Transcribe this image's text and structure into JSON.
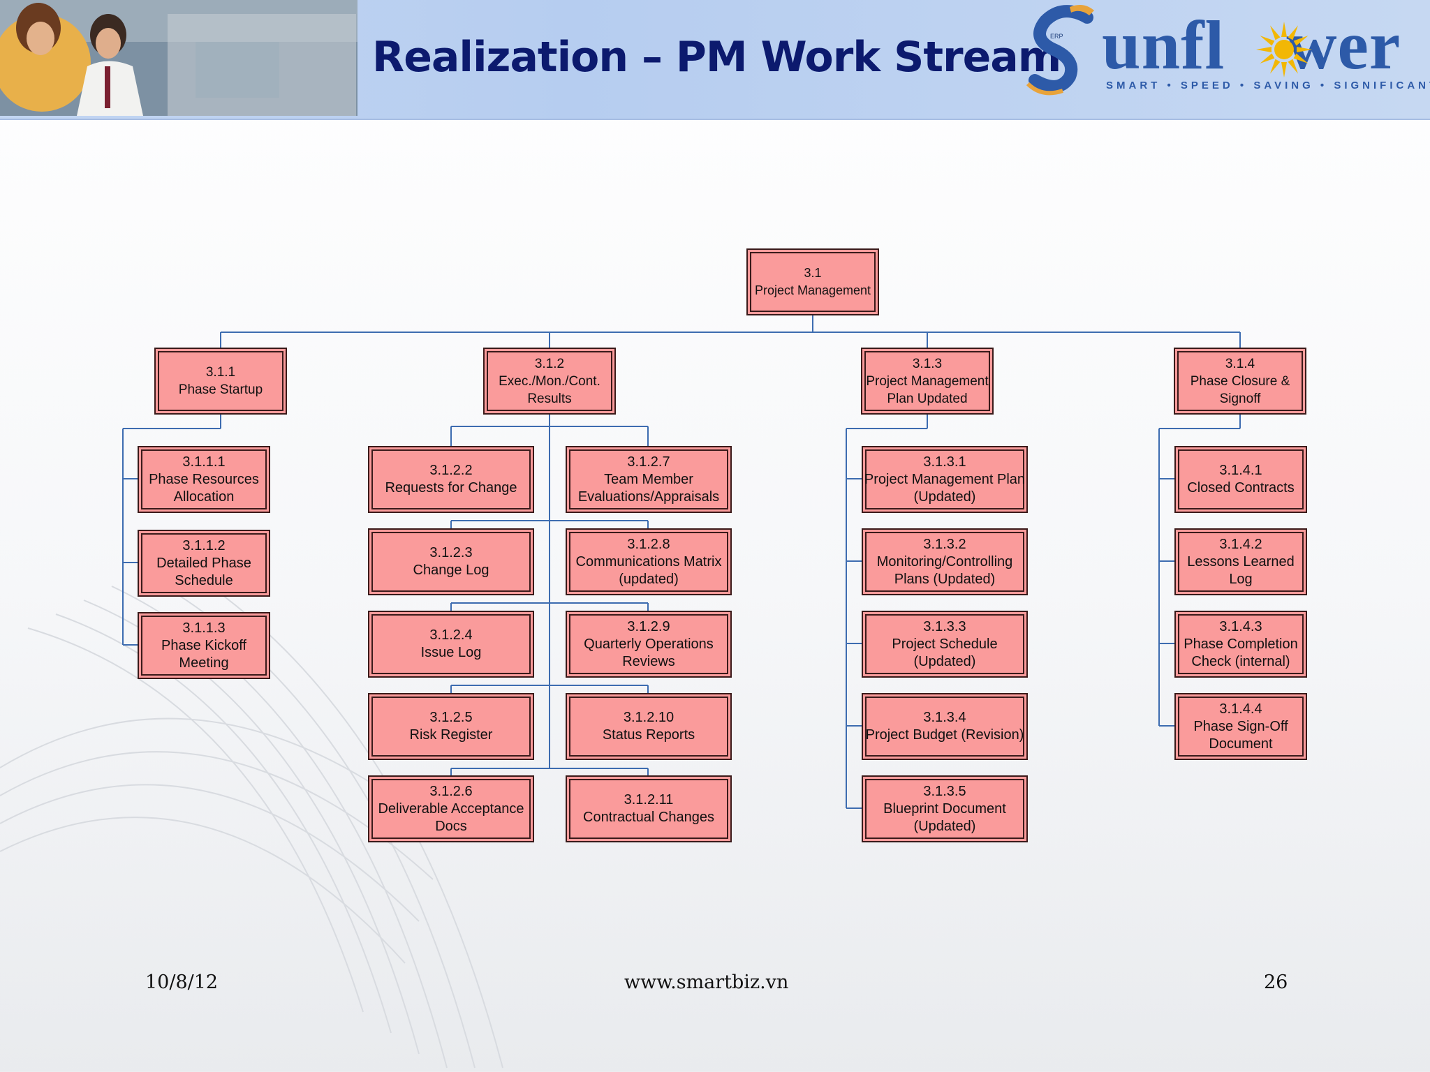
{
  "header": {
    "title": "Realization – PM Work Stream",
    "logo": {
      "word_prefix": "unfl",
      "word_suffix": "wer",
      "tagline": "SMART • SPEED • SAVING • SIGNIFICANT"
    }
  },
  "colors": {
    "node_fill": "#fa9b9b",
    "node_border": "#3a1a1a",
    "connector": "#3d6cb0",
    "title": "#0c1a6e",
    "header_bg": "#b6cdf0"
  },
  "wbs": {
    "root": {
      "id": "3.1",
      "label": "Project Management"
    },
    "l1": [
      {
        "id": "3.1.1",
        "label": [
          "Phase Startup"
        ]
      },
      {
        "id": "3.1.2",
        "label": [
          "Exec./Mon./Cont.",
          "Results"
        ]
      },
      {
        "id": "3.1.3",
        "label": [
          "Project Management",
          "Plan Updated"
        ]
      },
      {
        "id": "3.1.4",
        "label": [
          "Phase Closure &",
          "Signoff"
        ]
      }
    ],
    "startup": [
      {
        "id": "3.1.1.1",
        "label": [
          "Phase Resources",
          "Allocation"
        ]
      },
      {
        "id": "3.1.1.2",
        "label": [
          "Detailed Phase",
          "Schedule"
        ]
      },
      {
        "id": "3.1.1.3",
        "label": [
          "Phase Kickoff",
          "Meeting"
        ]
      }
    ],
    "exec_left": [
      {
        "id": "3.1.2.2",
        "label": [
          "Requests for Change"
        ]
      },
      {
        "id": "3.1.2.3",
        "label": [
          "Change Log"
        ]
      },
      {
        "id": "3.1.2.4",
        "label": [
          "Issue Log"
        ]
      },
      {
        "id": "3.1.2.5",
        "label": [
          "Risk Register"
        ]
      },
      {
        "id": "3.1.2.6",
        "label": [
          "Deliverable Acceptance",
          "Docs"
        ]
      }
    ],
    "exec_right": [
      {
        "id": "3.1.2.7",
        "label": [
          "Team Member",
          "Evaluations/Appraisals"
        ]
      },
      {
        "id": "3.1.2.8",
        "label": [
          "Communications Matrix",
          "(updated)"
        ]
      },
      {
        "id": "3.1.2.9",
        "label": [
          "Quarterly Operations",
          "Reviews"
        ]
      },
      {
        "id": "3.1.2.10",
        "label": [
          "Status Reports"
        ]
      },
      {
        "id": "3.1.2.11",
        "label": [
          "Contractual Changes"
        ]
      }
    ],
    "plan": [
      {
        "id": "3.1.3.1",
        "label": [
          "Project Management Plan",
          "(Updated)"
        ]
      },
      {
        "id": "3.1.3.2",
        "label": [
          "Monitoring/Controlling",
          "Plans (Updated)"
        ]
      },
      {
        "id": "3.1.3.3",
        "label": [
          "Project Schedule",
          "(Updated)"
        ]
      },
      {
        "id": "3.1.3.4",
        "label": [
          "Project Budget (Revision)"
        ]
      },
      {
        "id": "3.1.3.5",
        "label": [
          "Blueprint Document",
          "(Updated)"
        ]
      }
    ],
    "closure": [
      {
        "id": "3.1.4.1",
        "label": [
          "Closed Contracts"
        ]
      },
      {
        "id": "3.1.4.2",
        "label": [
          "Lessons Learned",
          "Log"
        ]
      },
      {
        "id": "3.1.4.3",
        "label": [
          "Phase Completion",
          "Check (internal)"
        ]
      },
      {
        "id": "3.1.4.4",
        "label": [
          "Phase Sign-Off",
          "Document"
        ]
      }
    ]
  },
  "footer": {
    "date": "10/8/12",
    "url": "www.smartbiz.vn",
    "page": "26"
  }
}
